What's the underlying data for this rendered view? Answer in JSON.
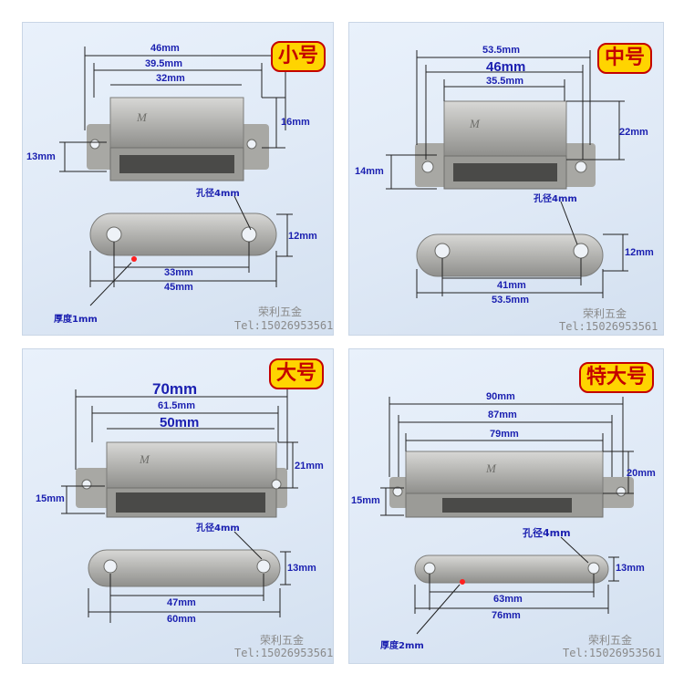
{
  "panels": [
    {
      "size_label": "小号",
      "dims": {
        "overall": "46mm",
        "body": "39.5mm",
        "inner": "32mm",
        "height": "16mm",
        "mount": "13mm",
        "hole": "孔径4mm",
        "plate_width": "12mm",
        "plate_holes": "33mm",
        "plate_len": "45mm",
        "thickness": "厚度1mm"
      },
      "shop": "荣利五金",
      "tel": "Tel:15026953561"
    },
    {
      "size_label": "中号",
      "dims": {
        "overall": "53.5mm",
        "body": "46mm",
        "inner": "35.5mm",
        "height": "22mm",
        "mount": "14mm",
        "hole": "孔径4mm",
        "plate_width": "12mm",
        "plate_holes": "41mm",
        "plate_len": "53.5mm"
      },
      "shop": "荣利五金",
      "tel": "Tel:15026953561"
    },
    {
      "size_label": "大号",
      "dims": {
        "overall": "70mm",
        "body": "61.5mm",
        "inner": "50mm",
        "height": "21mm",
        "mount": "15mm",
        "hole": "孔径4mm",
        "plate_width": "13mm",
        "plate_holes": "47mm",
        "plate_len": "60mm"
      },
      "shop": "荣利五金",
      "tel": "Tel:15026953561"
    },
    {
      "size_label": "特大号",
      "dims": {
        "overall": "90mm",
        "body": "87mm",
        "inner": "79mm",
        "height": "20mm",
        "mount": "15mm",
        "hole": "孔径4mm",
        "plate_width": "13mm",
        "plate_holes": "63mm",
        "plate_len": "76mm",
        "thickness": "厚度2mm"
      },
      "shop": "荣利五金",
      "tel": "Tel:15026953561"
    }
  ]
}
